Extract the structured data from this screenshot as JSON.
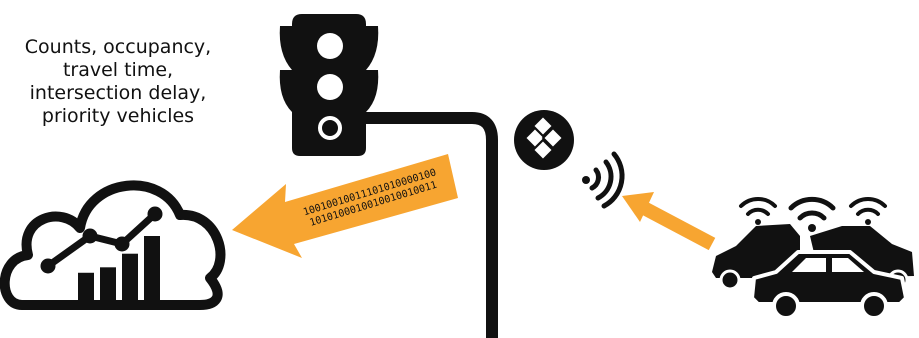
{
  "caption": {
    "lines": [
      "Counts, occupancy,",
      "travel time,",
      "intersection delay,",
      "priority vehicles"
    ]
  },
  "data_stream": {
    "line1": "10010010011101010000100",
    "line2": "1010100010010010010011"
  },
  "colors": {
    "ink": "#111111",
    "arrow": "#f7a531",
    "background": "#ffffff"
  },
  "icons": {
    "cloud": "cloud-analytics-icon",
    "traffic_light": "traffic-light-icon",
    "sensor": "roadside-sensor-icon",
    "wireless": "wireless-signal-icon",
    "vehicles": "connected-vehicles-icon"
  },
  "bar_chart": {
    "values": [
      2,
      2.4,
      3.4,
      4.7
    ]
  }
}
